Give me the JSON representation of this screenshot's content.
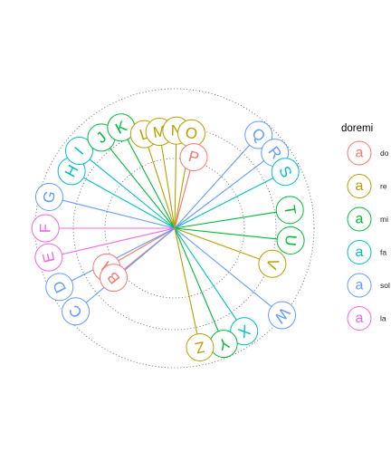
{
  "chart_data": {
    "type": "radial-label",
    "legend": {
      "title": "doremi",
      "key_glyph": "a",
      "entries": [
        {
          "label": "do",
          "color": "#F8766D"
        },
        {
          "label": "re",
          "color": "#B79F00"
        },
        {
          "label": "mi",
          "color": "#00BA38"
        },
        {
          "label": "fa",
          "color": "#00BFC4"
        },
        {
          "label": "sol",
          "color": "#619CFF"
        },
        {
          "label": "la",
          "color": "#F564E3"
        }
      ]
    },
    "points": [
      {
        "label": "A",
        "group": "do",
        "angle": 210,
        "radius": 0.62
      },
      {
        "label": "B",
        "group": "do",
        "angle": 219,
        "radius": 0.62
      },
      {
        "label": "C",
        "group": "sol",
        "angle": 220,
        "radius": 1.02
      },
      {
        "label": "D",
        "group": "sol",
        "angle": 207,
        "radius": 1.02
      },
      {
        "label": "E",
        "group": "la",
        "angle": 193,
        "radius": 1.02
      },
      {
        "label": "F",
        "group": "la",
        "angle": 180,
        "radius": 1.02
      },
      {
        "label": "G",
        "group": "sol",
        "angle": 166,
        "radius": 1.02
      },
      {
        "label": "H",
        "group": "fa",
        "angle": 151,
        "radius": 0.93
      },
      {
        "label": "I",
        "group": "fa",
        "angle": 141,
        "radius": 0.97
      },
      {
        "label": "J",
        "group": "mi",
        "angle": 129,
        "radius": 0.92
      },
      {
        "label": "K",
        "group": "mi",
        "angle": 118,
        "radius": 0.9
      },
      {
        "label": "L",
        "group": "re",
        "angle": 108,
        "radius": 0.78
      },
      {
        "label": "M",
        "group": "re",
        "angle": 99,
        "radius": 0.77
      },
      {
        "label": "N",
        "group": "re",
        "angle": 89,
        "radius": 0.77
      },
      {
        "label": "O",
        "group": "re",
        "angle": 80,
        "radius": 0.76
      },
      {
        "label": "P",
        "group": "do",
        "angle": 75,
        "radius": 0.58
      },
      {
        "label": "Q",
        "group": "sol",
        "angle": 48,
        "radius": 0.99
      },
      {
        "label": "R",
        "group": "sol",
        "angle": 37,
        "radius": 0.99
      },
      {
        "label": "S",
        "group": "fa",
        "angle": 27,
        "radius": 0.98
      },
      {
        "label": "T",
        "group": "mi",
        "angle": 9,
        "radius": 0.92
      },
      {
        "label": "U",
        "group": "mi",
        "angle": 354,
        "radius": 0.92
      },
      {
        "label": "V",
        "group": "re",
        "angle": 340,
        "radius": 0.82
      },
      {
        "label": "W",
        "group": "sol",
        "angle": 321,
        "radius": 1.09
      },
      {
        "label": "X",
        "group": "fa",
        "angle": 304,
        "radius": 0.98
      },
      {
        "label": "Y",
        "group": "mi",
        "angle": 293,
        "radius": 0.99
      },
      {
        "label": "Z",
        "group": "re",
        "angle": 282,
        "radius": 0.96
      }
    ],
    "reference_circles": [
      0.55,
      0.8,
      1.1
    ],
    "grid": false
  }
}
